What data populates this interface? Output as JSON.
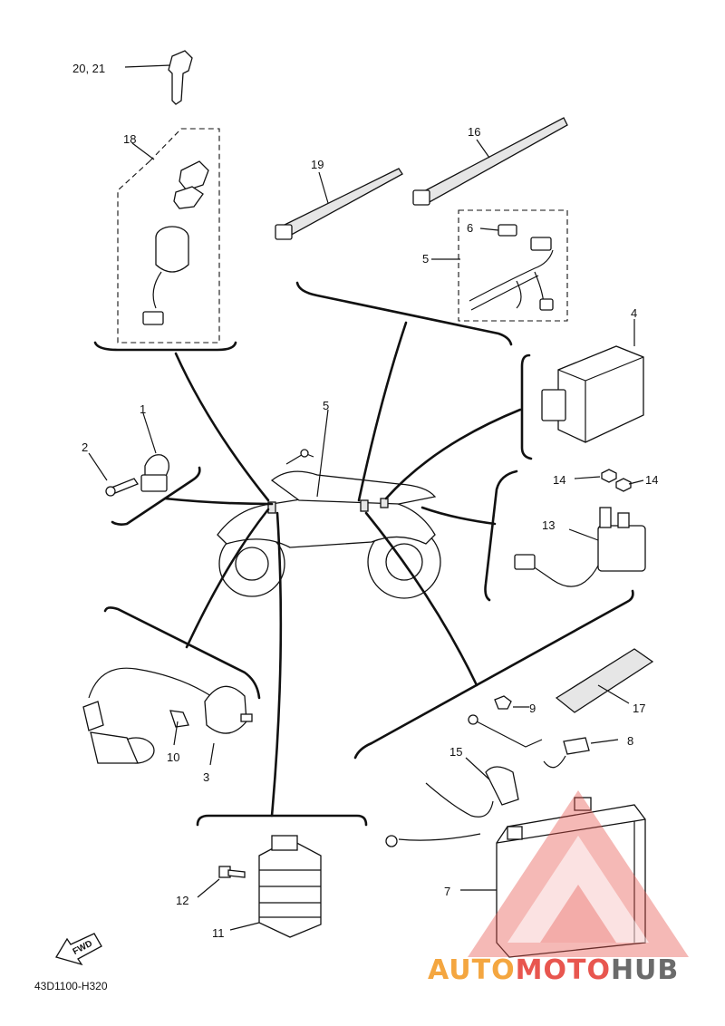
{
  "diagram": {
    "drawing_code": "43D1100-H320",
    "fwd_label": "FWD",
    "callouts": {
      "c1": "1",
      "c2": "2",
      "c3": "3",
      "c4": "4",
      "c5a": "5",
      "c5b": "5",
      "c6": "6",
      "c7": "7",
      "c8": "8",
      "c9": "9",
      "c10": "10",
      "c11": "11",
      "c12": "12",
      "c13": "13",
      "c14a": "14",
      "c14b": "14",
      "c15": "15",
      "c16": "16",
      "c17": "17",
      "c18": "18",
      "c19": "19",
      "c20_21": "20, 21"
    }
  },
  "watermark": {
    "auto": "AUTO",
    "moto": "MOTO",
    "hub": "HUB",
    "colors": {
      "orange": "#f4a640",
      "red": "#e8564f",
      "gray": "#6b6b6b"
    }
  }
}
